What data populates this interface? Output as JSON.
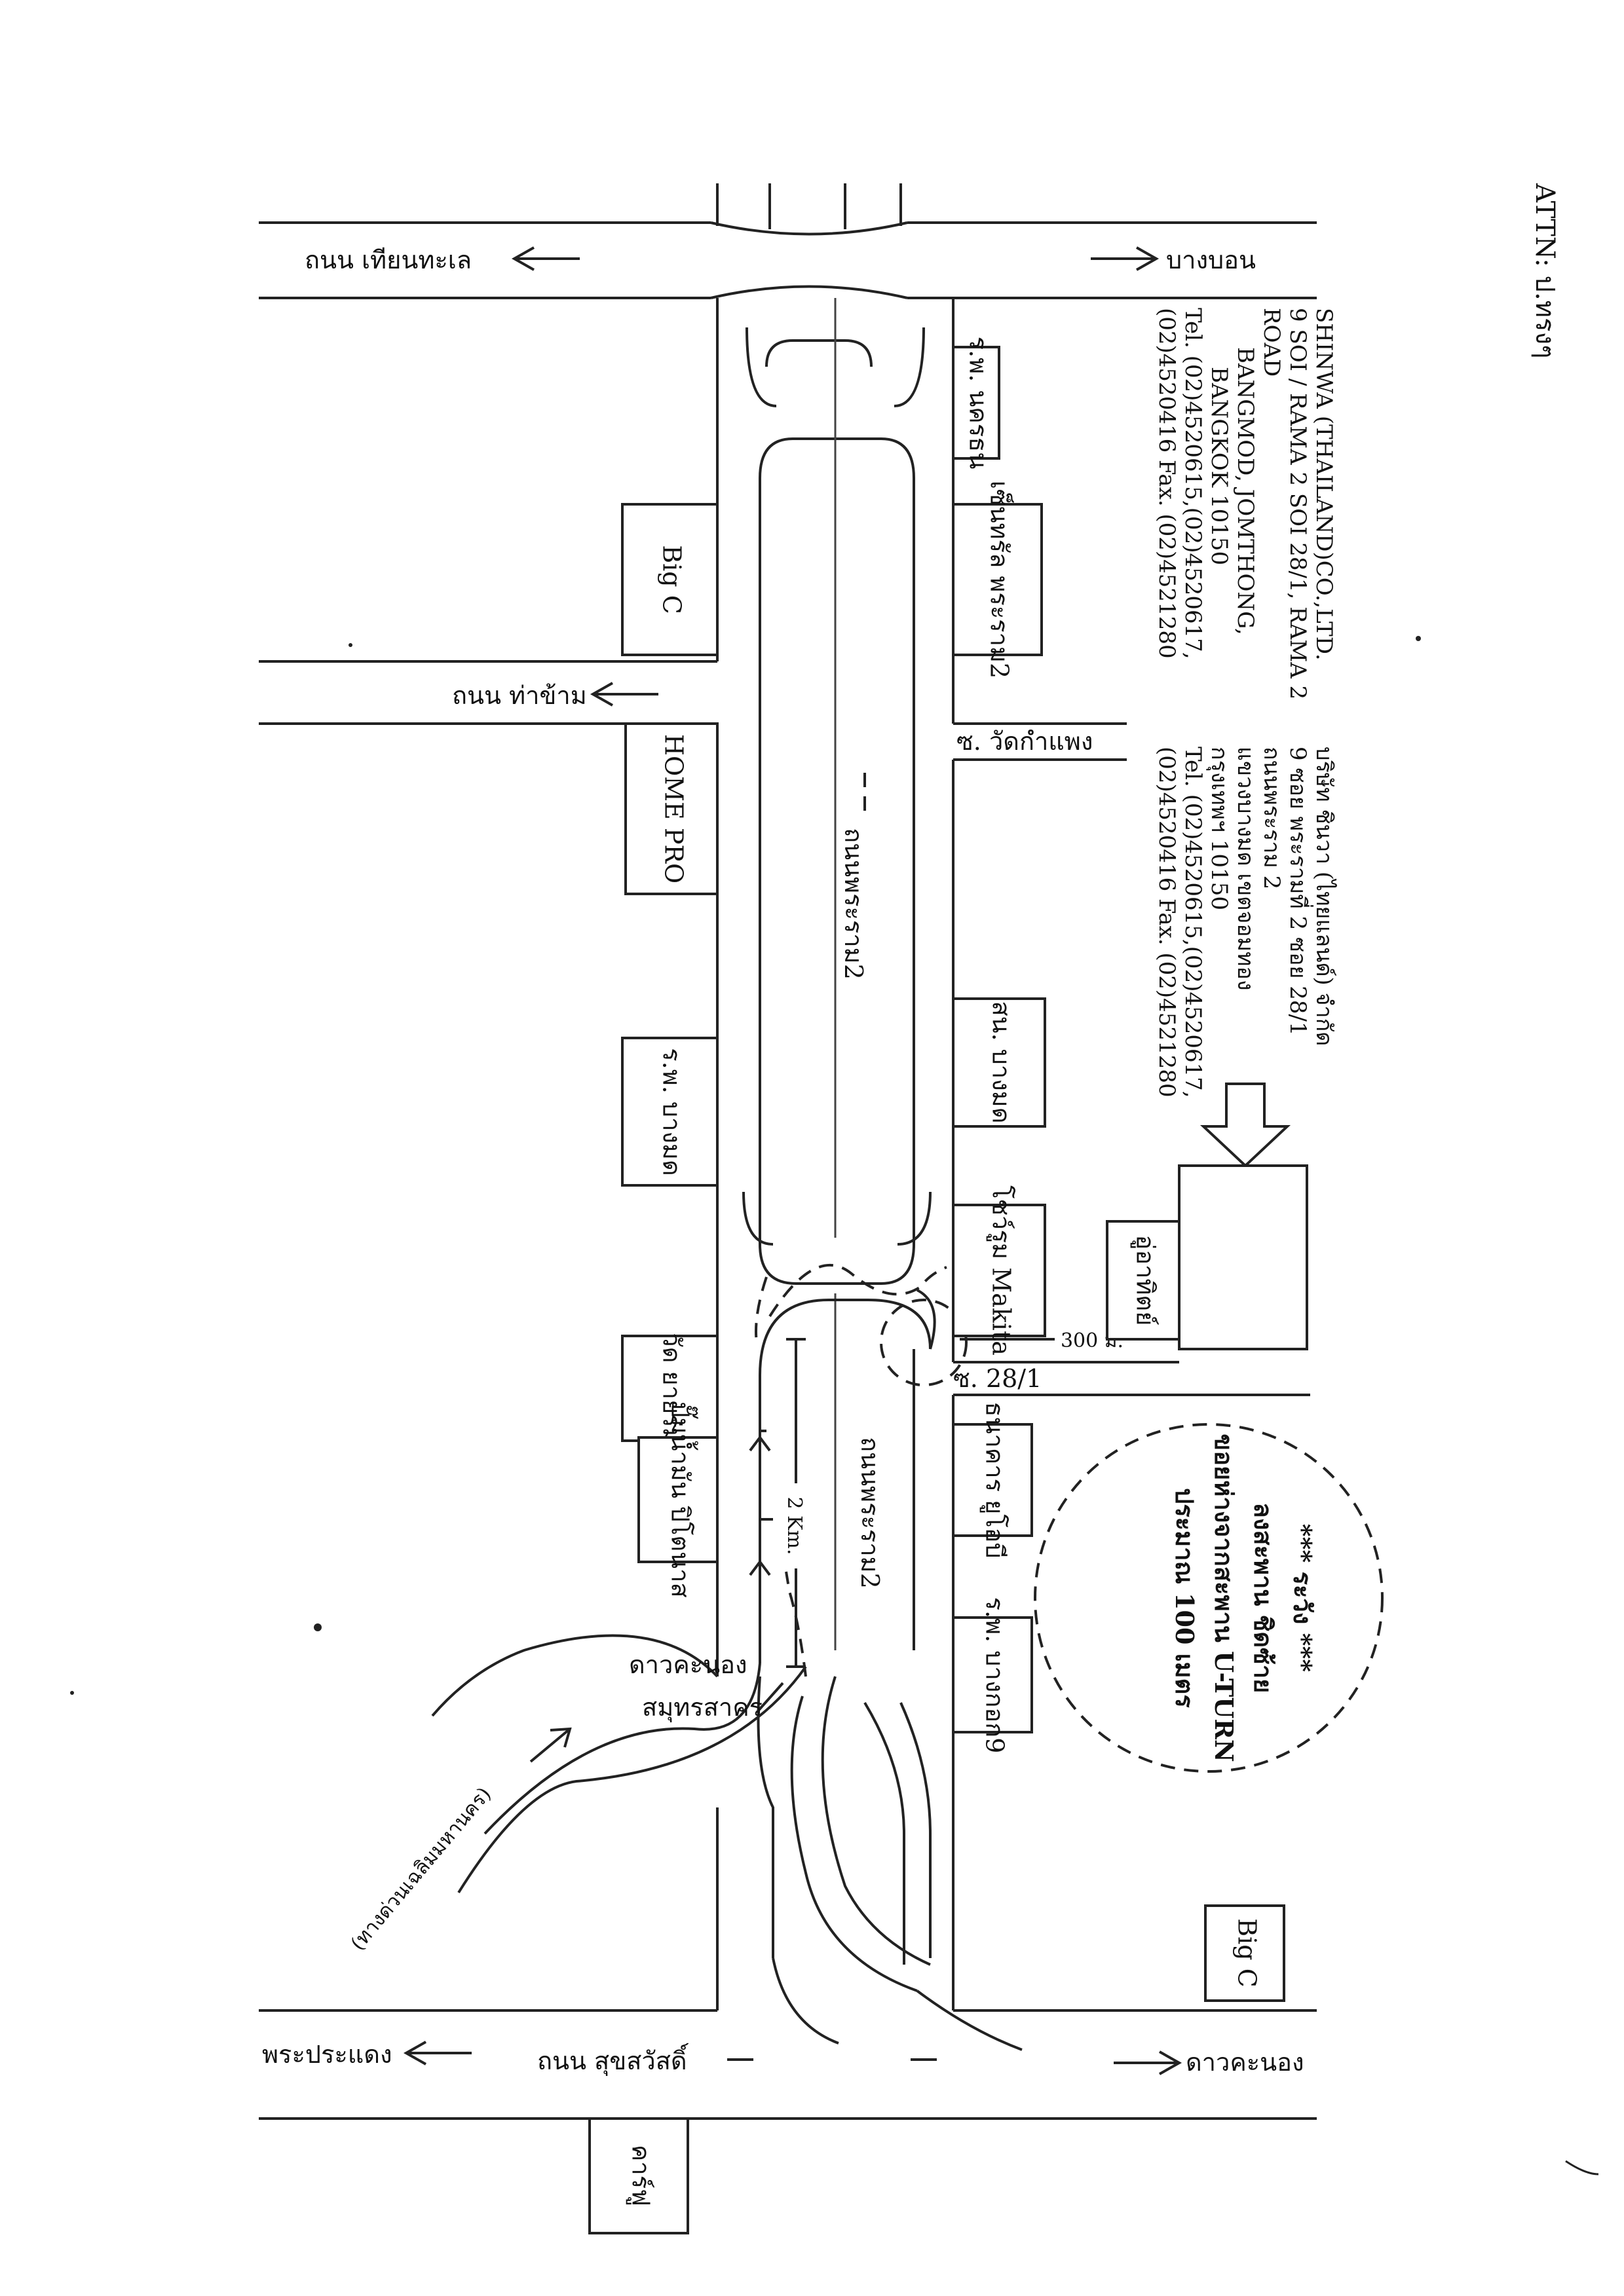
{
  "roads": {
    "tiantalay": "ถนน เทียนทะเล",
    "bangbon": "บางบอน",
    "thakham": "ถนน ท่าข้าม",
    "wat_kamphaeng": "ซ. วัดกำแพง",
    "rama2_upper": "ถนนพระราม2",
    "rama2_lower": "ถนนพระราม2",
    "soi28": "ซ. 28/1",
    "daokhanong_ramp": "ดาวคะนอง",
    "samutsakhon_ramp": "สมุทรสาคร",
    "expressway": "(ทางด่วนเฉลิมมหานคร)",
    "phrapradaeng": "พระประแดง",
    "suksawat": "ถนน สุขสวัสดิ์",
    "daokhanong_right": "ดาวคะนอง"
  },
  "buildings": {
    "rp_nakhonthon": "ร.พ. นครธน",
    "central_rama2": "เซ็นทรัล พระราม2",
    "big_c_top": "Big C",
    "home_pro": "HOME PRO",
    "rp_bangmot": "ร.พ. บางมด",
    "police_bangmot": "สน. บางมด",
    "showroom_makita": "โชว์รูม Makita",
    "garage": "อู่อาทิตย์",
    "wat_yairom": "วัด ยายร่ม",
    "gas_station": "ปั๊มน้ำมัน ปิโตนาส",
    "bank_uob": "ธนาคาร ยูโอบี",
    "rp_bangkok9": "ร.พ. บางกอก9",
    "big_c_bottom": "Big C",
    "carrefour": "คาร์ฟู"
  },
  "address_en": [
    "SHINWA (THAILAND)CO.,LTD.",
    "9 SOI / RAMA 2 SOI 28/1, RAMA 2",
    "ROAD",
    "BANGMOD, JOMTHONG,",
    "BANGKOK 10150",
    "Tel. (02)4520615,(02)4520617,",
    "(02)4520416 Fax. (02)4521280"
  ],
  "address_th": [
    "บริษัท ชินวา (ไทยแลนด์) จำกัด",
    "9 ซอย พระรามที่ 2 ซอย 28/1",
    "ถนนพระราม 2",
    "แขวงบางมด เขตจอมทอง",
    "กรุงเทพฯ 10150",
    "Tel. (02)4520615,(02)4520617,",
    "(02)4520416 Fax. (02)4521280"
  ],
  "distances": {
    "soi_distance": "300 ม.",
    "uturn_distance": "2 Km."
  },
  "warning": [
    "*** ระวัง ***",
    "ลงสะพาน ชิดซ้าย",
    "ขอยห่างจากสะพาน U-TURN",
    "ประมาณ 100 เมตร"
  ],
  "handwritten_note": "ATTN: ป.ทรงๆ",
  "colors": {
    "destination_fill": "#f2f27a",
    "ink": "#222222"
  }
}
